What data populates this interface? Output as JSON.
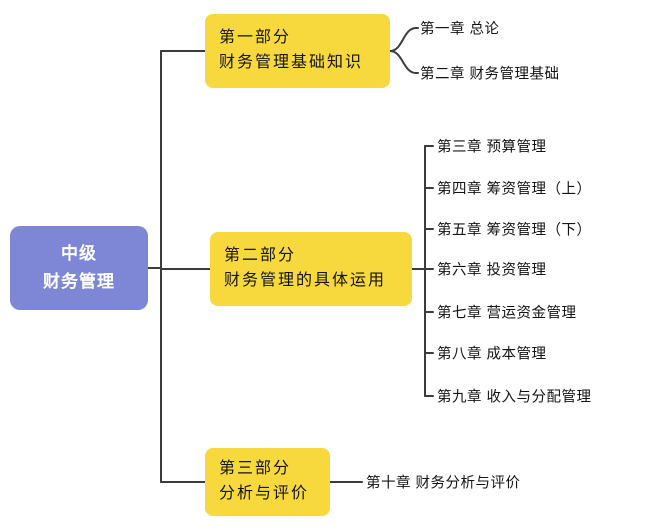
{
  "root": {
    "lines": [
      "中级",
      "财务管理"
    ]
  },
  "parts": [
    {
      "lines": [
        "第一部分",
        "财务管理基础知识"
      ],
      "children": [
        "第一章 总论",
        "第二章 财务管理基础"
      ]
    },
    {
      "lines": [
        "第二部分",
        "财务管理的具体运用"
      ],
      "children": [
        "第三章 预算管理",
        "第四章 筹资管理（上）",
        "第五章 筹资管理（下）",
        "第六章 投资管理",
        "第七章 营运资金管理",
        "第八章 成本管理",
        "第九章 收入与分配管理"
      ]
    },
    {
      "lines": [
        "第三部分",
        "分析与评价"
      ],
      "children": [
        "第十章 财务分析与评价"
      ]
    }
  ],
  "colors": {
    "root_bg": "#7E87D6",
    "part_bg": "#F7D83D",
    "line": "#3C3C3C",
    "text": "#141414",
    "root_text": "#FFFFFF",
    "background": "#FFFFFF"
  }
}
